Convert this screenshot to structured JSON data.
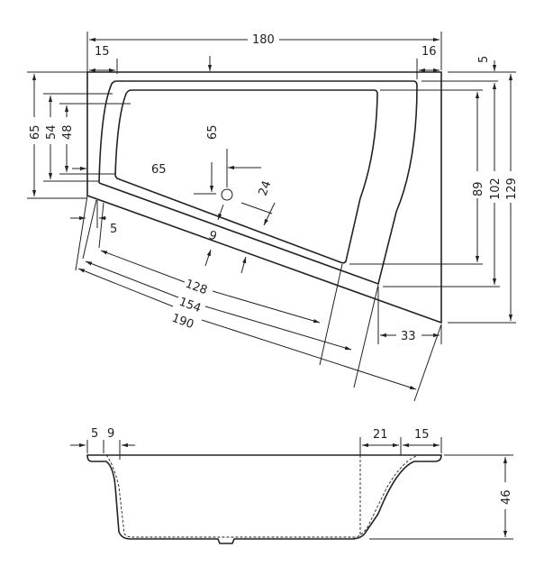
{
  "plan_view": {
    "dims": {
      "total_width": "180",
      "left_rim": "15",
      "right_rim": "16",
      "top_rim": "5",
      "left_h_outer": "65",
      "left_h_rim": "54",
      "left_h_bowl": "48",
      "bowl_depth_label": "65",
      "bowl_width_label": "65",
      "drain_offset": "24",
      "front_rim_left": "5",
      "front_rim": "9",
      "bowl_front_len": "128",
      "rim_front_len": "154",
      "outer_front_len": "190",
      "right_h_bowl": "89",
      "right_h_rim": "102",
      "right_h_outer": "129",
      "right_corner": "33"
    }
  },
  "section_view": {
    "dims": {
      "left_rim": "5",
      "left_slope": "9",
      "right_slope": "21",
      "right_rim": "15",
      "depth": "46"
    }
  }
}
